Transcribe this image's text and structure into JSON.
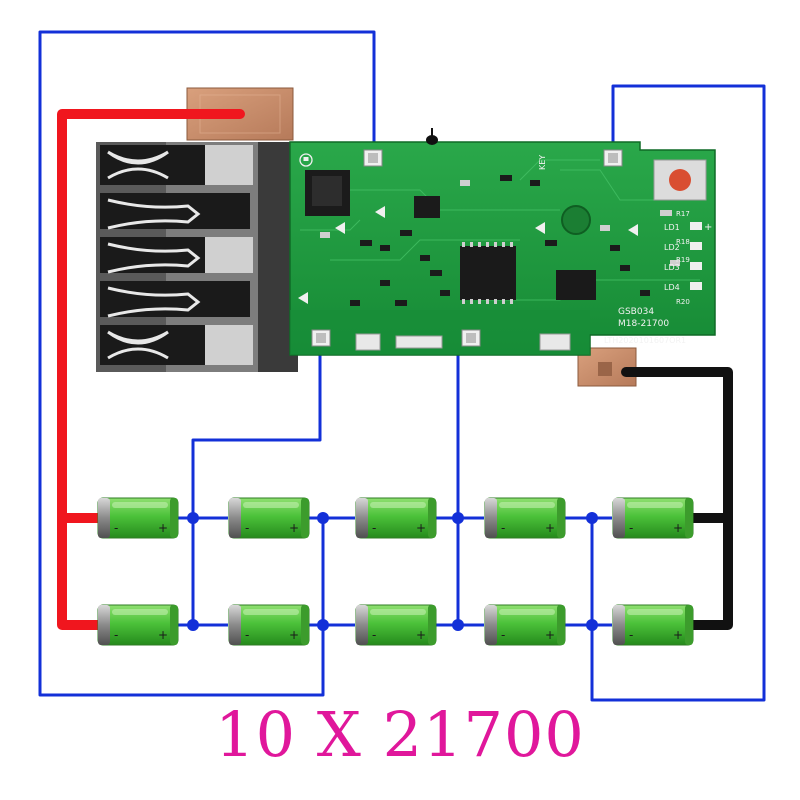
{
  "caption": "10 X 21700",
  "pcb": {
    "labels": {
      "board_id": "GSB034",
      "model": "M18-21700",
      "date_code": "LTH2020101607OR1",
      "led_labels": [
        "LD1",
        "LD2",
        "LD3",
        "LD4"
      ],
      "key_label": "KEY",
      "plus_sign": "+",
      "r_labels": [
        "R17",
        "R18",
        "R19",
        "R20"
      ]
    }
  },
  "battery_pack": {
    "cell_type": "21700",
    "columns": 5,
    "rows": 2,
    "cell_polarity": [
      "-",
      "+"
    ]
  },
  "colors": {
    "positive_wire": "#f0161e",
    "negative_wire": "#111111",
    "sense_wire": "#1330d8",
    "pcb_green": "#1f9a3e",
    "cell_green": "#52c43a",
    "caption": "#e0179b"
  },
  "icons": [
    "power-plug-icon"
  ]
}
